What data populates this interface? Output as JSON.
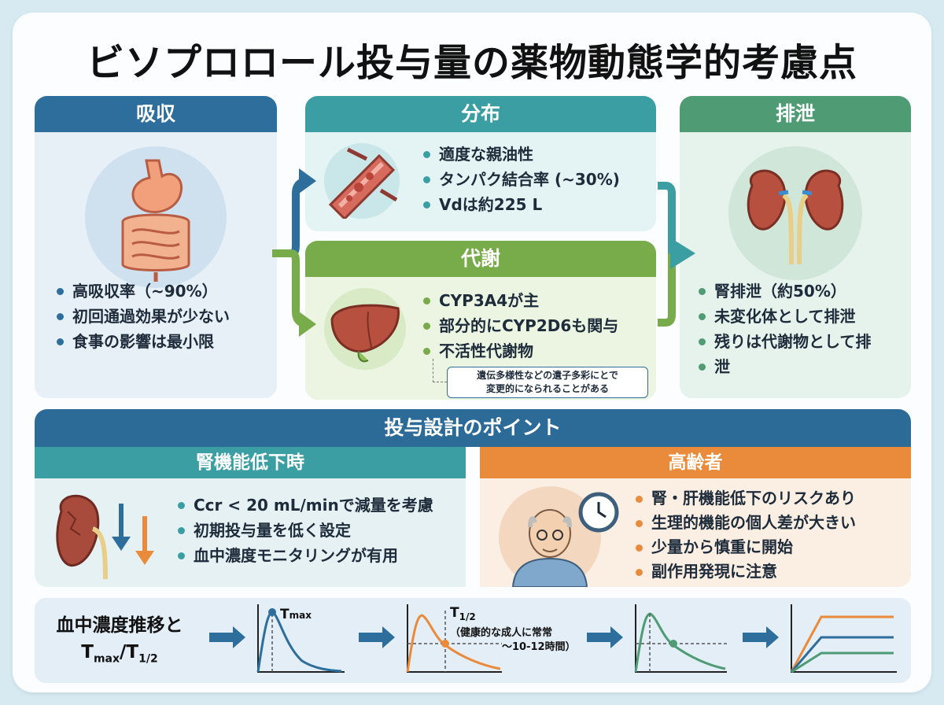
{
  "title": "ビソプロロール投与量の薬物動態学的考慮点",
  "absorption": {
    "heading": "吸収",
    "bullets": [
      "高吸収率（~90%）",
      "初回通過効果が少ない",
      "食事の影響は最小限"
    ]
  },
  "distribution": {
    "heading": "分布",
    "bullets": [
      "適度な親油性",
      "タンパク結合率 (~30%)",
      "Vdは約225 L"
    ]
  },
  "metabolism": {
    "heading": "代謝",
    "bullets": [
      "CYP3A4が主",
      "部分的にCYP2D6も関与",
      "不活性代謝物"
    ],
    "note_line1": "遺伝多様性などの遺子多彩にとで",
    "note_line2": "変更的になられることがある"
  },
  "excretion": {
    "heading": "排泄",
    "bullets": [
      "腎排泄（約50%）",
      "未変化体として排泄",
      "残りは代謝物として排",
      "泄"
    ]
  },
  "dosing": {
    "heading": "投与設計のポイント",
    "renal": {
      "heading": "腎機能低下時",
      "bullets": [
        "Ccr < 20 mL/minで減量を考慮",
        "初期投与量を低く設定",
        "血中濃度モニタリングが有用"
      ]
    },
    "elderly": {
      "heading": "高齢者",
      "bullets": [
        "腎・肝機能低下のリスクあり",
        "生理的機能の個人差が大きい",
        "少量から慎重に開始",
        "副作用発現に注意"
      ]
    }
  },
  "timeline": {
    "label_line1": "血中濃度推移と",
    "label_t": "T",
    "label_max": "max",
    "label_slash": "/T",
    "label_half": "1/2",
    "tmax_T": "T",
    "tmax_sub": "max",
    "thalf_T": "T",
    "thalf_sub": "1/2",
    "thalf_note1": "（健康的な成人に常常",
    "thalf_note2": "〜10-12時間）"
  },
  "colors": {
    "absorption": "#2d6e9d",
    "distribution": "#3a9ea3",
    "metabolism": "#78ab4a",
    "excretion": "#4e9b74",
    "elderly": "#e98b3a"
  }
}
